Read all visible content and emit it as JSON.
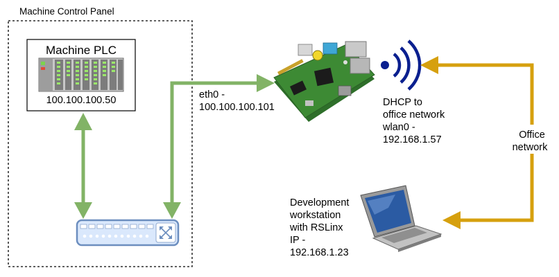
{
  "panel": {
    "title": "Machine Control Panel"
  },
  "plc": {
    "name": "Machine PLC",
    "ip": "100.100.100.50"
  },
  "raspberry_pi": {
    "eth0_label": "eth0 -",
    "eth0_ip": "100.100.100.101",
    "wifi_lines": [
      "DHCP to",
      "office network",
      "wlan0 -",
      "192.168.1.57"
    ]
  },
  "office_network": {
    "lines": [
      "Office",
      "network"
    ]
  },
  "workstation": {
    "lines": [
      "Development",
      "workstation",
      "with RSLinx",
      "IP -",
      "192.168.1.23"
    ]
  },
  "colors": {
    "ethernet_link": "#82b366",
    "office_link": "#d6a00e",
    "wifi_icon": "#0a1f8f",
    "switch_body": "#dae8fc",
    "switch_border": "#6c8ebf",
    "pcb_green": "#3d8a34"
  },
  "icons": [
    "plc-icon",
    "network-switch-icon",
    "raspberry-pi-icon",
    "wifi-icon",
    "laptop-icon"
  ]
}
